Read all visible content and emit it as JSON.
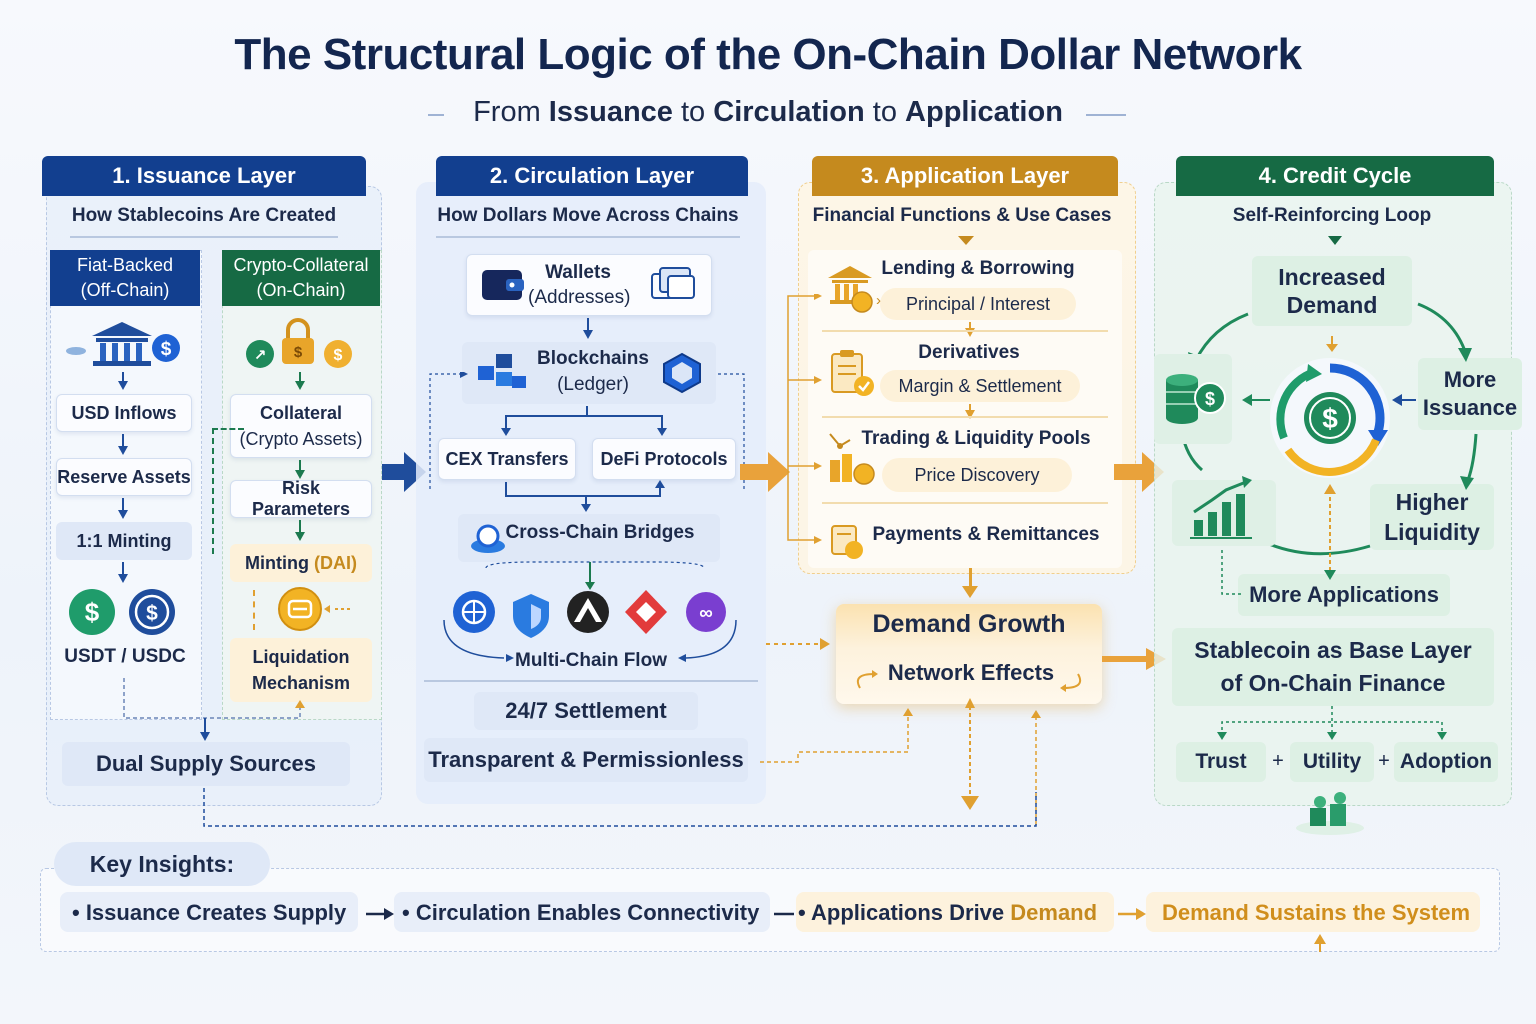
{
  "title": "The Structural Logic of the On-Chain Dollar Network",
  "subtitle": {
    "pre": "From ",
    "w1": "Issuance",
    "mid1": " to ",
    "w2": "Circulation",
    "mid2": " to ",
    "w3": "Application"
  },
  "col1": {
    "header": "1. Issuance Layer",
    "subhead": "How Stablecoins Are Created",
    "fiat": {
      "line1": "Fiat-Backed",
      "line2": "(Off-Chain)"
    },
    "crypto": {
      "line1": "Crypto-Collateral",
      "line2": "(On-Chain)"
    },
    "usd_inflows": "USD Inflows",
    "reserve_assets": "Reserve Assets",
    "minting": "1:1 Minting",
    "usdt_usdc": "USDT / USDC",
    "collateral": {
      "line1": "Collateral",
      "line2": "(Crypto Assets)"
    },
    "risk": "Risk Parameters",
    "minting_dai": {
      "pre": "Minting ",
      "dai": "(DAI)"
    },
    "liquidation": {
      "line1": "Liquidation",
      "line2": "Mechanism"
    },
    "dual": "Dual Supply Sources"
  },
  "col2": {
    "header": "2. Circulation Layer",
    "subhead": "How Dollars Move Across Chains",
    "wallets": {
      "line1": "Wallets",
      "line2": "(Addresses)"
    },
    "blockchains": {
      "line1": "Blockchains",
      "line2": "(Ledger)"
    },
    "cex": "CEX Transfers",
    "defi": "DeFi Protocols",
    "bridges": "Cross-Chain Bridges",
    "multichain": "Multi-Chain Flow",
    "settlement": "24/7 Settlement",
    "transparent": "Transparent & Permissionless"
  },
  "col3": {
    "header": "3. Application Layer",
    "subhead": "Financial Functions & Use Cases",
    "lending": "Lending & Borrowing",
    "principal": "Principal / Interest",
    "derivatives": "Derivatives",
    "margin": "Margin & Settlement",
    "trading": "Trading & Liquidity Pools",
    "price": "Price Discovery",
    "payments": "Payments & Remittances",
    "demand": "Demand Growth",
    "network": "Network Effects"
  },
  "col4": {
    "header": "4. Credit Cycle",
    "subhead": "Self-Reinforcing Loop",
    "increased": {
      "line1": "Increased",
      "line2": "Demand"
    },
    "more_issuance": {
      "line1": "More",
      "line2": "Issuance"
    },
    "higher": {
      "line1": "Higher",
      "line2": "Liquidity"
    },
    "more_apps": "More Applications",
    "base": {
      "line1": "Stablecoin as Base Layer",
      "line2": "of On-Chain Finance"
    },
    "trust": "Trust",
    "utility": "Utility",
    "adoption": "Adoption",
    "plus": "+"
  },
  "insights": {
    "label": "Key Insights:",
    "i1": "• Issuance Creates Supply",
    "i2": "• Circulation Enables Connectivity",
    "i3_pre": "• Applications Drive ",
    "i3_hl": "Demand",
    "i4": "Demand Sustains the System"
  },
  "colors": {
    "navy": "#123f8f",
    "gold": "#c58a1e",
    "green": "#166a44",
    "orange": "#e0a030"
  }
}
